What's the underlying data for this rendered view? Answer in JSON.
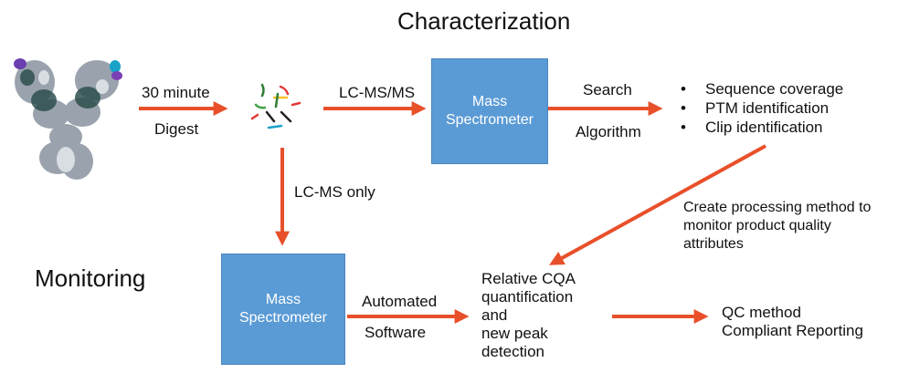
{
  "titles": {
    "characterization": "Characterization",
    "monitoring": "Monitoring"
  },
  "step_digest": {
    "top": "30 minute",
    "bottom": "Digest"
  },
  "step_lcmsms": "LC-MS/MS",
  "step_lcms_only": "LC-MS only",
  "box_top": {
    "line1": "Mass",
    "line2": "Spectrometer"
  },
  "box_bottom": {
    "line1": "Mass",
    "line2": "Spectrometer"
  },
  "search": {
    "top": "Search",
    "bottom": "Algorithm"
  },
  "bullets": [
    "Sequence coverage",
    "PTM identification",
    "Clip identification"
  ],
  "bullet_char": "•",
  "processing_note": [
    "Create processing method to",
    "monitor product quality",
    "attributes"
  ],
  "automated": {
    "top": "Automated",
    "bottom": "Software"
  },
  "cqa": [
    "Relative CQA",
    "quantification",
    "and",
    "new peak",
    "detection"
  ],
  "qc": [
    "QC method",
    "Compliant Reporting"
  ],
  "colors": {
    "arrow": "#e8502a",
    "box": "#5b9bd5",
    "antibody": "#9aa3ad",
    "antibody_dark": "#2f4f4f"
  },
  "icons": {
    "antibody": "antibody-structure-icon",
    "peptides": "peptide-fragments-icon"
  }
}
